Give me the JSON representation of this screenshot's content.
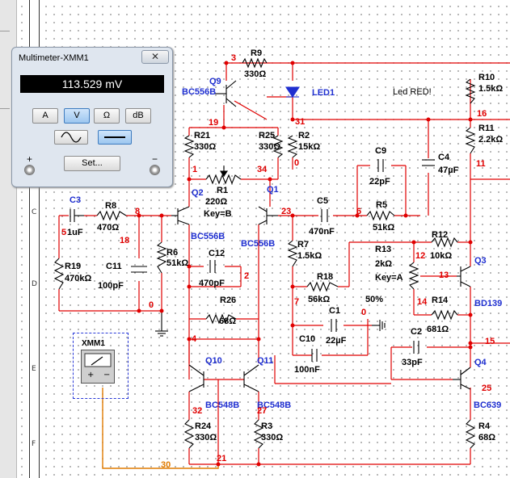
{
  "multimeter": {
    "title": "Multimeter-XMM1",
    "close_label": "✕",
    "reading": "113.529 mV",
    "buttons": [
      "A",
      "V",
      "Ω",
      "dB"
    ],
    "selected_button": "V",
    "modes": [
      "ac-wave-icon",
      "dc-line-icon"
    ],
    "selected_mode": "dc-line-icon",
    "set_label": "Set...",
    "plus": "+",
    "minus": "−"
  },
  "sheet_rows": [
    "C",
    "D",
    "E",
    "F"
  ],
  "instrument": {
    "label": "XMM1",
    "plus": "+",
    "minus": "−"
  },
  "components": {
    "R9": {
      "name": "R9",
      "value": "330Ω"
    },
    "Q9": {
      "name": "Q9",
      "type": "BC556B"
    },
    "LED1": {
      "name": "LED1"
    },
    "R2": {
      "name": "R2",
      "value": "15kΩ"
    },
    "R21": {
      "name": "R21",
      "value": "330Ω"
    },
    "R25": {
      "name": "R25",
      "value": "330Ω"
    },
    "R1": {
      "name": "R1",
      "value": "220Ω",
      "key": "Key=B"
    },
    "Q2": {
      "name": "Q2",
      "type": "BC556B"
    },
    "Q1": {
      "name": "Q1",
      "type": "BC556B"
    },
    "C3": {
      "name": "C3",
      "value": "1uF"
    },
    "R8": {
      "name": "R8",
      "value": "470Ω"
    },
    "R6": {
      "name": "R6",
      "value": "51kΩ"
    },
    "C12": {
      "name": "C12",
      "value": "470pF"
    },
    "R26": {
      "name": "R26",
      "value": "68Ω"
    },
    "C11": {
      "name": "C11",
      "value": "100pF"
    },
    "R19": {
      "name": "R19",
      "value": "470kΩ"
    },
    "C5": {
      "name": "C5",
      "value": "470nF"
    },
    "R5": {
      "name": "R5",
      "value": "51kΩ"
    },
    "C9": {
      "name": "C9",
      "value": "22pF"
    },
    "C4": {
      "name": "C4",
      "value": "47µF"
    },
    "R7": {
      "name": "R7",
      "value": "1.5kΩ"
    },
    "R18": {
      "name": "R18",
      "value": "56kΩ"
    },
    "R13": {
      "name": "R13",
      "value": "2kΩ",
      "key": "Key=A",
      "percent": "50%"
    },
    "R12": {
      "name": "R12",
      "value": "10kΩ"
    },
    "R14": {
      "name": "R14",
      "value": "681Ω"
    },
    "Q3": {
      "name": "Q3",
      "type": "BD139"
    },
    "C1": {
      "name": "C1",
      "value": "22µF"
    },
    "C10": {
      "name": "C10",
      "value": "100nF"
    },
    "C2": {
      "name": "C2",
      "value": "33pF"
    },
    "Q4": {
      "name": "Q4",
      "type": "BC639"
    },
    "R10": {
      "name": "R10",
      "value": "1.5kΩ"
    },
    "R11": {
      "name": "R11",
      "value": "2.2kΩ"
    },
    "Q10": {
      "name": "Q10",
      "type": "BC548B"
    },
    "Q11": {
      "name": "Q11",
      "type": "BC548B"
    },
    "R24": {
      "name": "R24",
      "value": "330Ω"
    },
    "R3": {
      "name": "R3",
      "value": "330Ω"
    },
    "R4": {
      "name": "R4",
      "value": "68Ω"
    }
  },
  "annotation": "Led RED!",
  "nets": [
    "3",
    "31",
    "19",
    "0",
    "1",
    "34",
    "23",
    "6",
    "11",
    "16",
    "8",
    "5",
    "18",
    "0",
    "2",
    "7",
    "0",
    "12",
    "13",
    "14",
    "4",
    "15",
    "32",
    "27",
    "25",
    "21",
    "30"
  ],
  "colors": {
    "wire": "#e00000",
    "label_blue": "#1f2fd0",
    "probe_wire": "#e07b00",
    "background": "#ffffff"
  }
}
